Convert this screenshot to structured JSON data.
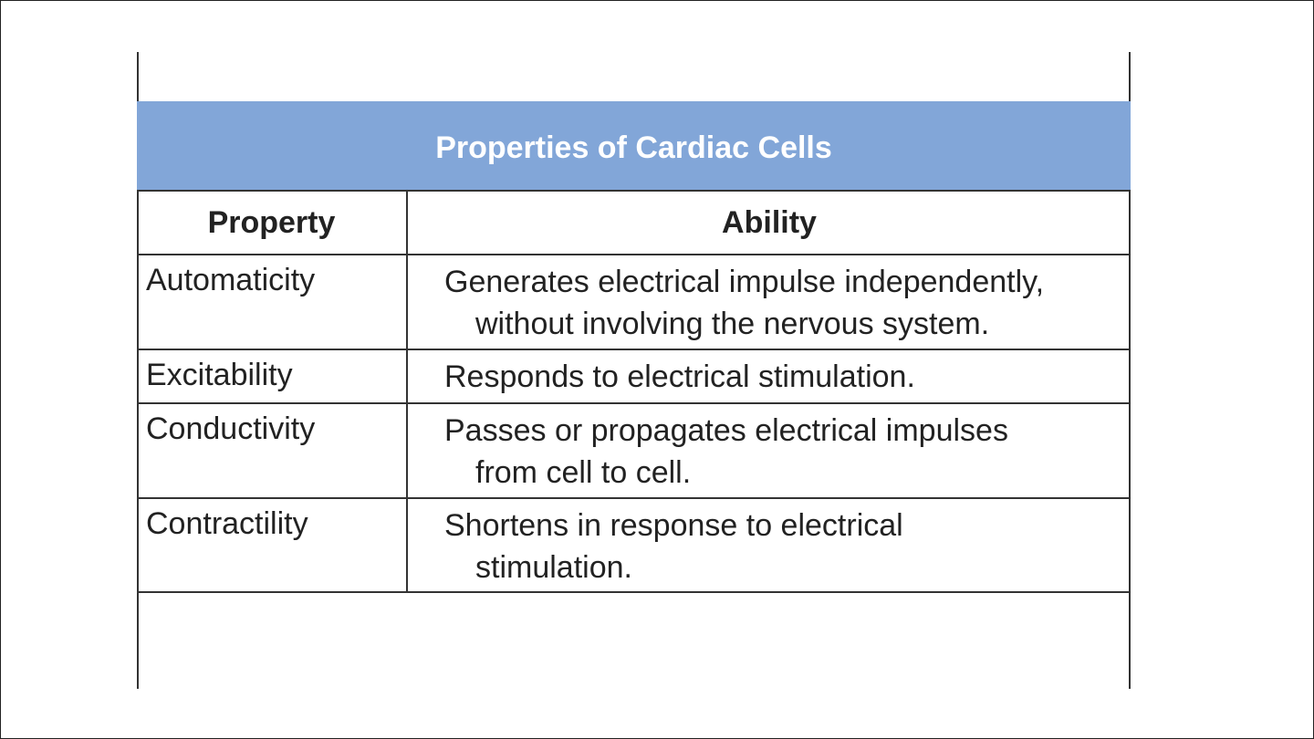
{
  "table": {
    "title": "Properties of Cardiac Cells",
    "headers": {
      "property": "Property",
      "ability": "Ability"
    },
    "rows": [
      {
        "property": "Automaticity",
        "ability_line1": "Generates electrical impulse independently,",
        "ability_line2": "without involving the nervous system."
      },
      {
        "property": "Excitability",
        "ability_line1": "Responds to electrical stimulation.",
        "ability_line2": ""
      },
      {
        "property": "Conductivity",
        "ability_line1": "Passes or propagates electrical impulses",
        "ability_line2": "from cell to cell."
      },
      {
        "property": "Contractility",
        "ability_line1": "Shortens in response to electrical",
        "ability_line2": "stimulation."
      }
    ]
  },
  "colors": {
    "title_background": "#82a6d8",
    "title_text": "#ffffff",
    "border": "#333333"
  }
}
